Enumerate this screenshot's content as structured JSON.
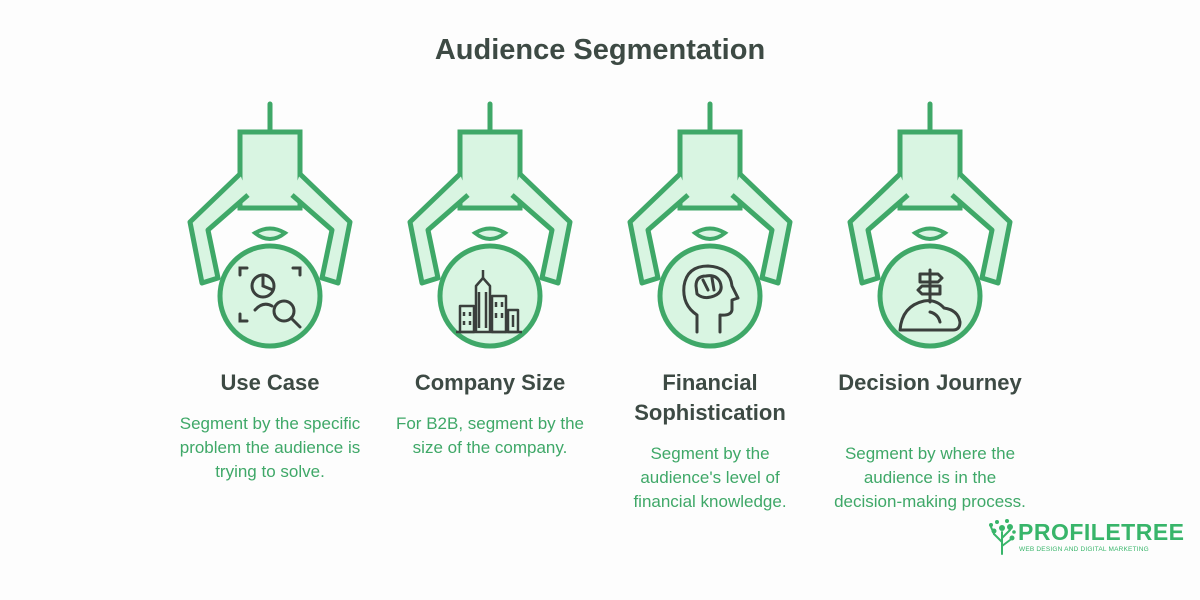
{
  "title": "Audience Segmentation",
  "accent_color": "#3fa868",
  "fill_color": "#d9f5e2",
  "text_color": "#3d4a44",
  "segments": [
    {
      "title": "Use Case",
      "description": "Segment by the specific problem the audience is trying to solve.",
      "icon": "pie-chart-magnifier-icon"
    },
    {
      "title": "Company Size",
      "description": "For B2B, segment by the size of the company.",
      "icon": "city-buildings-icon"
    },
    {
      "title": "Financial Sophistication",
      "description": "Segment by the audience's level of financial knowledge.",
      "icon": "head-brain-icon"
    },
    {
      "title": "Decision Journey",
      "description": "Segment by where the audience is in the decision-making process.",
      "icon": "signpost-hill-icon"
    }
  ],
  "brand": {
    "name": "PROFILETREE",
    "tagline": "WEB DESIGN AND DIGITAL MARKETING",
    "icon": "tree-logo-icon"
  }
}
